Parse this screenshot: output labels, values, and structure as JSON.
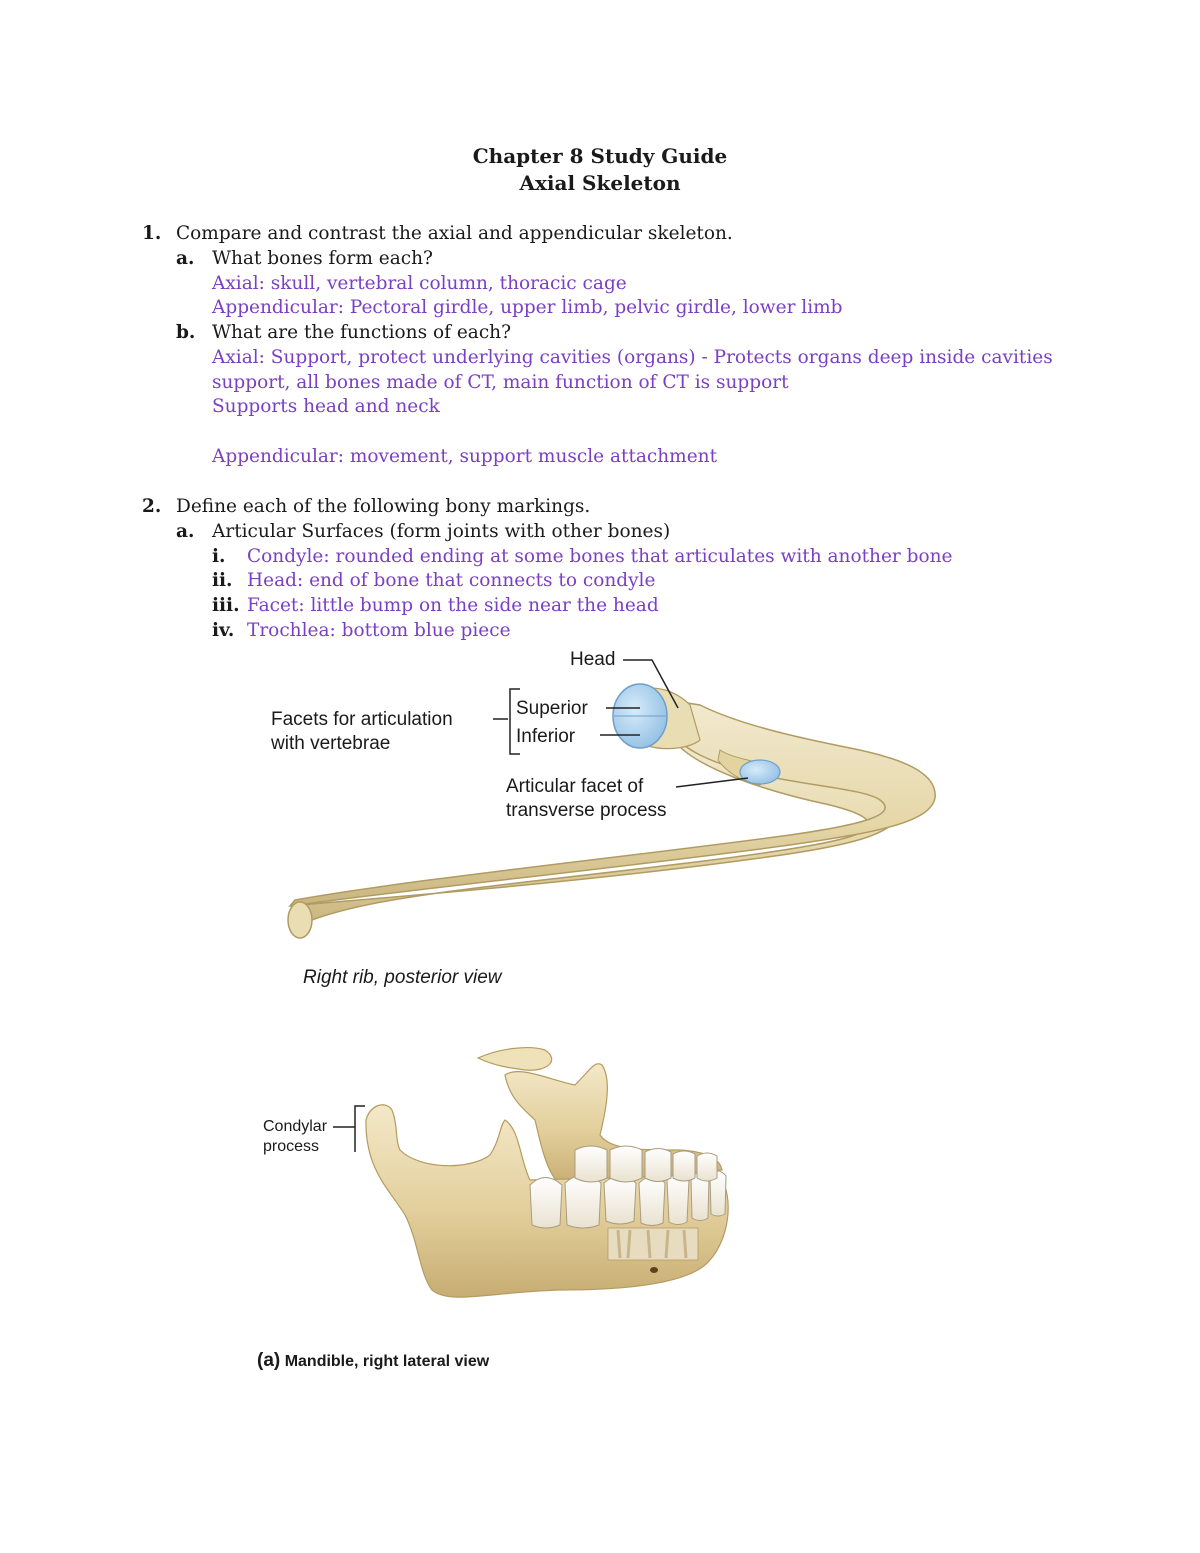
{
  "header": {
    "title": "Chapter 8 Study Guide",
    "subtitle": "Axial Skeleton"
  },
  "q1": {
    "num": "1.",
    "text": "Compare and contrast the axial and appendicular skeleton.",
    "a": {
      "label": "a.",
      "text": "What bones form each?",
      "answers": [
        "Axial: skull, vertebral column, thoracic cage",
        "Appendicular: Pectoral girdle, upper limb, pelvic girdle, lower limb"
      ]
    },
    "b": {
      "label": "b.",
      "text": "What are the functions of each?",
      "answers": [
        "Axial: Support, protect underlying cavities (organs) - Protects organs deep inside cavities",
        "support, all bones made of CT, main function of CT is support",
        "Supports head and neck",
        "Appendicular: movement, support muscle attachment"
      ]
    }
  },
  "q2": {
    "num": "2.",
    "text": "Define each of the following bony markings.",
    "a": {
      "label": "a.",
      "text": "Articular Surfaces (form joints with other bones)",
      "items": [
        {
          "label": "i.",
          "text": "Condyle: rounded ending at some bones that articulates with another bone"
        },
        {
          "label": "ii.",
          "text": "Head: end of bone that connects to condyle"
        },
        {
          "label": "iii.",
          "text": "Facet: little bump on the side near the head"
        },
        {
          "label": "iv.",
          "text": "Trochlea: bottom blue piece"
        }
      ]
    }
  },
  "figure_rib": {
    "head": "Head",
    "facets_line1": "Facets for articulation",
    "facets_line2": "with vertebrae",
    "superior": "Superior",
    "inferior": "Inferior",
    "transverse_line1": "Articular facet of",
    "transverse_line2": "transverse process",
    "caption": "Right rib, posterior view"
  },
  "figure_mandible": {
    "condylar_line1": "Condylar",
    "condylar_line2": "process",
    "caption_letter": "(a)",
    "caption_text": "Mandible, right lateral view"
  },
  "colors": {
    "answer": "#7a3fc2",
    "bone": "#e8dcb0",
    "cartilage": "#a9cdea"
  }
}
